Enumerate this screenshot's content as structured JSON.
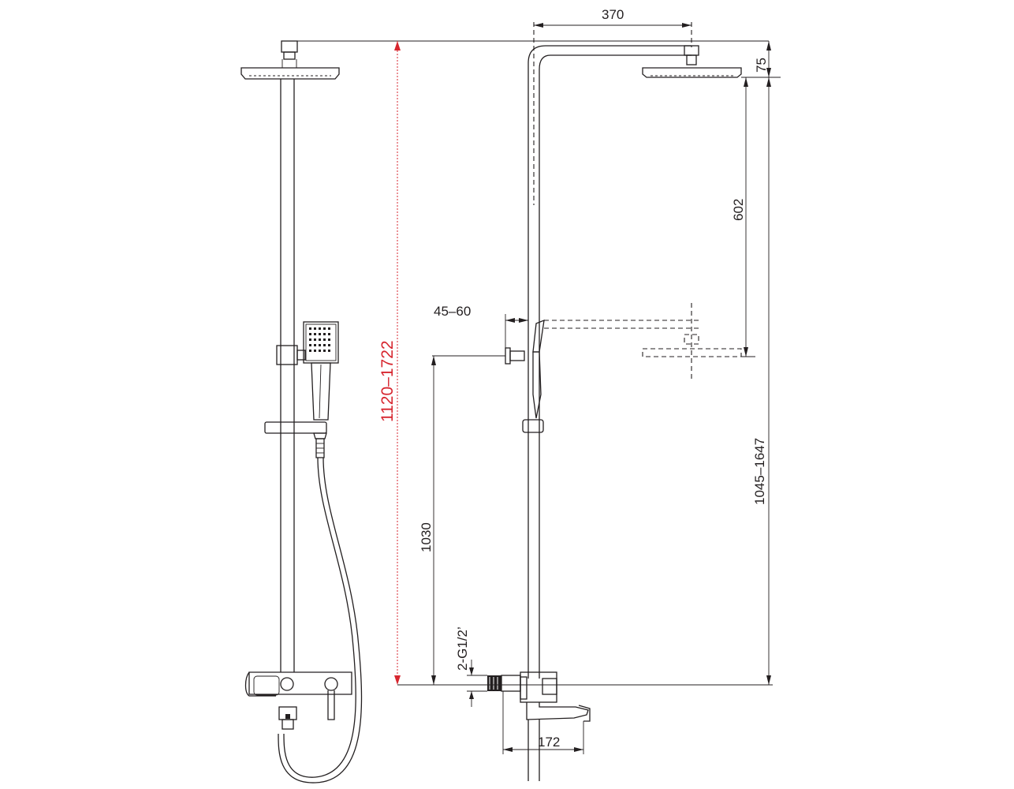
{
  "colors": {
    "line": "#231f20",
    "accent": "#d7262f",
    "background": "#ffffff"
  },
  "dimensions": {
    "arm_length": "370",
    "head_drop": "75",
    "head_adjust": "602",
    "wall_offset": "45–60",
    "overall_height": "1120–1722",
    "head_height": "1045–1647",
    "mixer_height": "1030",
    "inlet_thread": "2-G1/2’",
    "spout_projection": "172"
  }
}
